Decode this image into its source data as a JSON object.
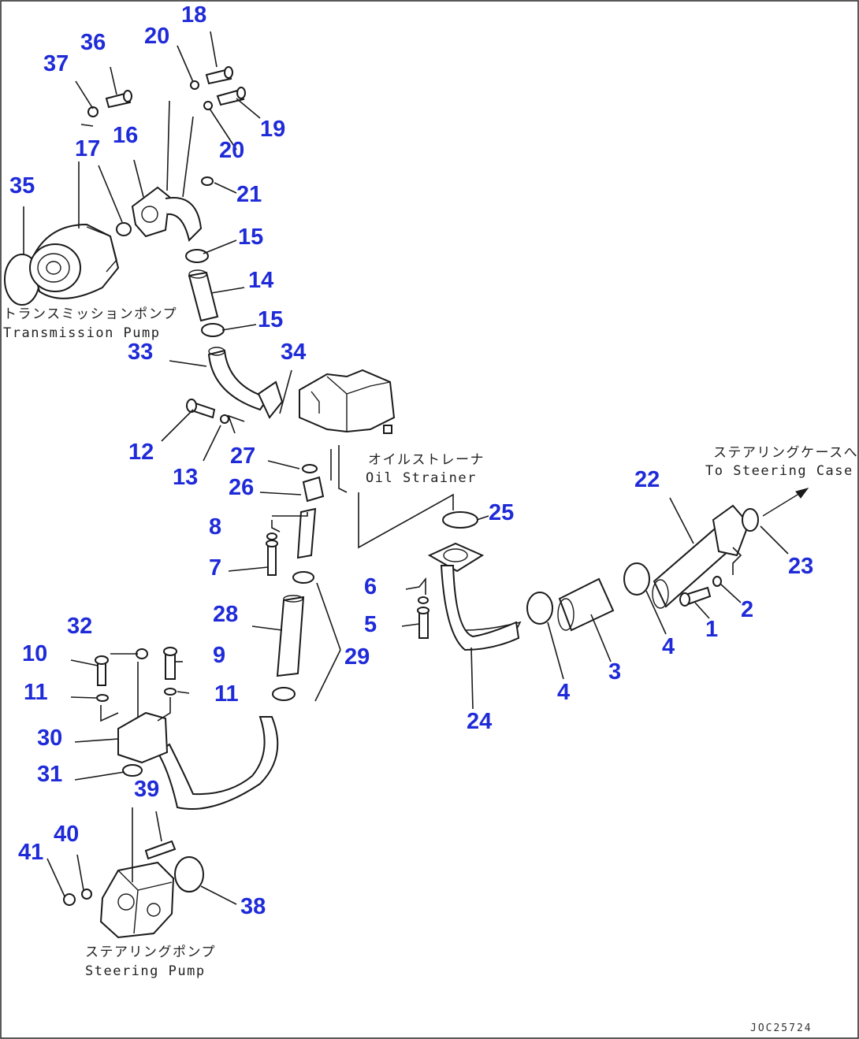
{
  "diagram": {
    "part_numbers": [
      "1",
      "2",
      "3",
      "4",
      "4",
      "5",
      "6",
      "7",
      "8",
      "9",
      "10",
      "11",
      "11",
      "12",
      "13",
      "14",
      "15",
      "15",
      "16",
      "17",
      "18",
      "19",
      "20",
      "20",
      "21",
      "22",
      "23",
      "24",
      "25",
      "26",
      "27",
      "28",
      "29",
      "30",
      "31",
      "32",
      "33",
      "34",
      "35",
      "36",
      "37",
      "38",
      "39",
      "40",
      "41"
    ],
    "captions": {
      "transmission_pump_jp": "トランスミッションポンプ",
      "transmission_pump_en": "Transmission Pump",
      "oil_strainer_jp": "オイルストレーナ",
      "oil_strainer_en": "Oil Strainer",
      "steering_case_jp": "ステアリングケースへ",
      "steering_case_en": "To Steering Case",
      "steering_pump_jp": "ステアリングポンプ",
      "steering_pump_en": "Steering Pump"
    },
    "drawing_code": "JOC25724",
    "colors": {
      "label": "#1f2bd8",
      "line": "#1a1a1a",
      "background": "#ffffff"
    }
  }
}
